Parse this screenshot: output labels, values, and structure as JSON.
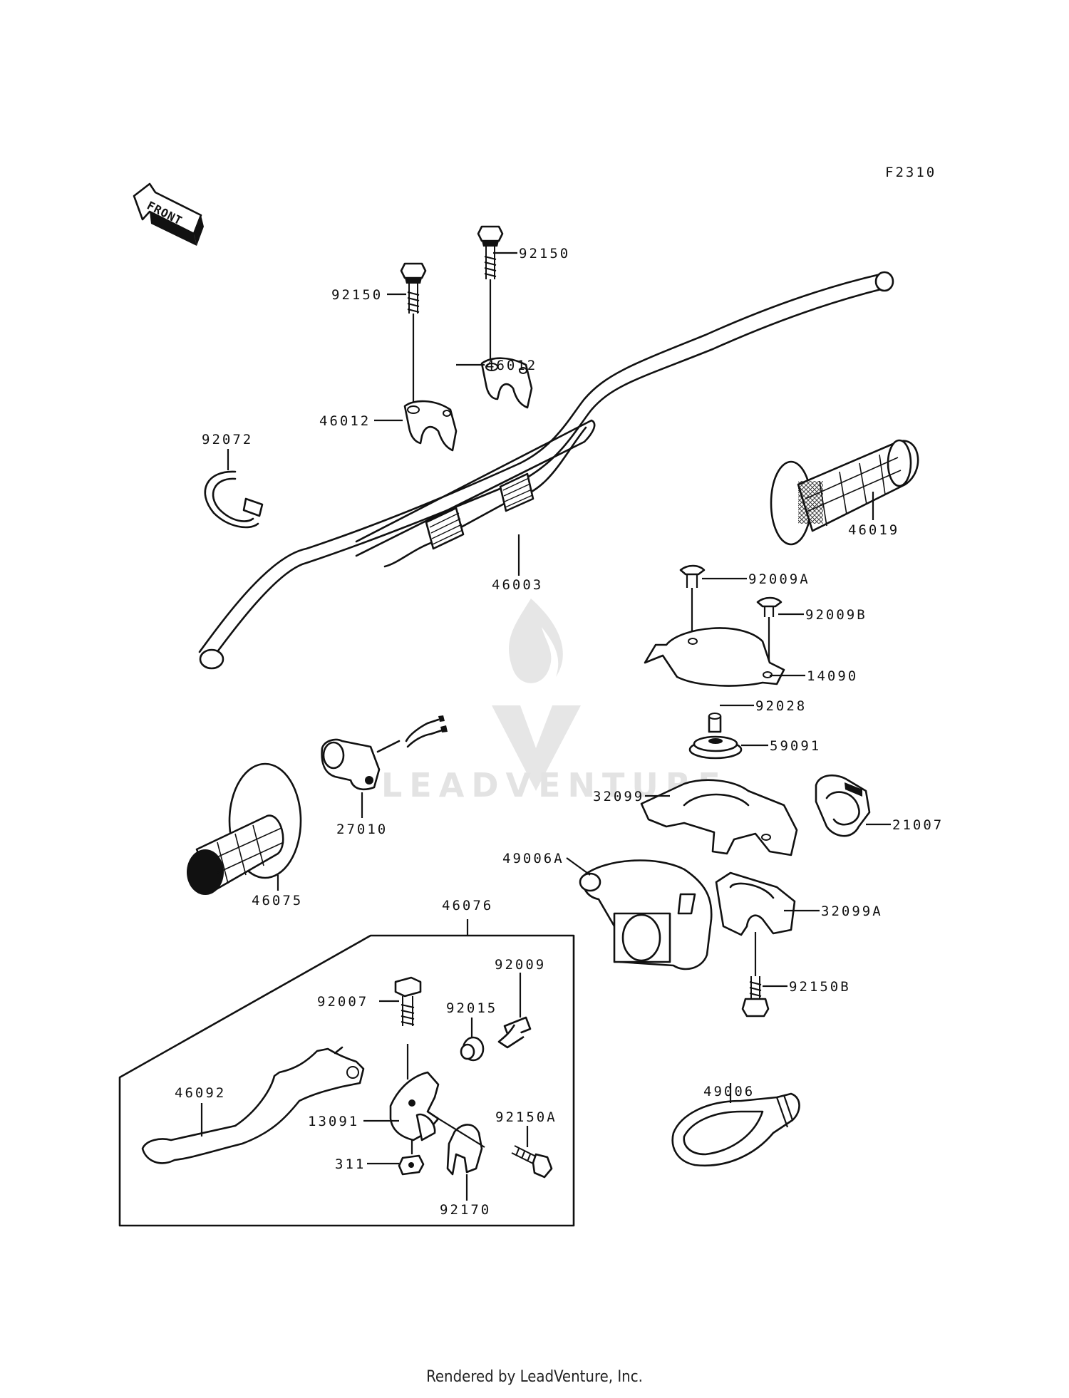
{
  "figure_code": "F2310",
  "front_arrow_label": "FRONT",
  "watermark_text": "LEADVENTURE",
  "footer": "Rendered by LeadVenture, Inc.",
  "parts": [
    {
      "id": "92150_left",
      "label": "92150"
    },
    {
      "id": "92150_right",
      "label": "92150"
    },
    {
      "id": "46012_upper",
      "label": "46012"
    },
    {
      "id": "46012_lower",
      "label": "46012"
    },
    {
      "id": "92072",
      "label": "92072"
    },
    {
      "id": "46003",
      "label": "46003"
    },
    {
      "id": "46019",
      "label": "46019"
    },
    {
      "id": "92009A",
      "label": "92009A"
    },
    {
      "id": "92009B",
      "label": "92009B"
    },
    {
      "id": "14090",
      "label": "14090"
    },
    {
      "id": "92028",
      "label": "92028"
    },
    {
      "id": "59091",
      "label": "59091"
    },
    {
      "id": "32099",
      "label": "32099"
    },
    {
      "id": "21007",
      "label": "21007"
    },
    {
      "id": "27010",
      "label": "27010"
    },
    {
      "id": "46075",
      "label": "46075"
    },
    {
      "id": "49006A",
      "label": "49006A"
    },
    {
      "id": "32099A",
      "label": "32099A"
    },
    {
      "id": "92150B",
      "label": "92150B"
    },
    {
      "id": "46076",
      "label": "46076"
    },
    {
      "id": "92009",
      "label": "92009"
    },
    {
      "id": "92007",
      "label": "92007"
    },
    {
      "id": "92015",
      "label": "92015"
    },
    {
      "id": "46092",
      "label": "46092"
    },
    {
      "id": "13091",
      "label": "13091"
    },
    {
      "id": "92150A",
      "label": "92150A"
    },
    {
      "id": "311",
      "label": "311"
    },
    {
      "id": "92170",
      "label": "92170"
    },
    {
      "id": "49006",
      "label": "49006"
    }
  ]
}
